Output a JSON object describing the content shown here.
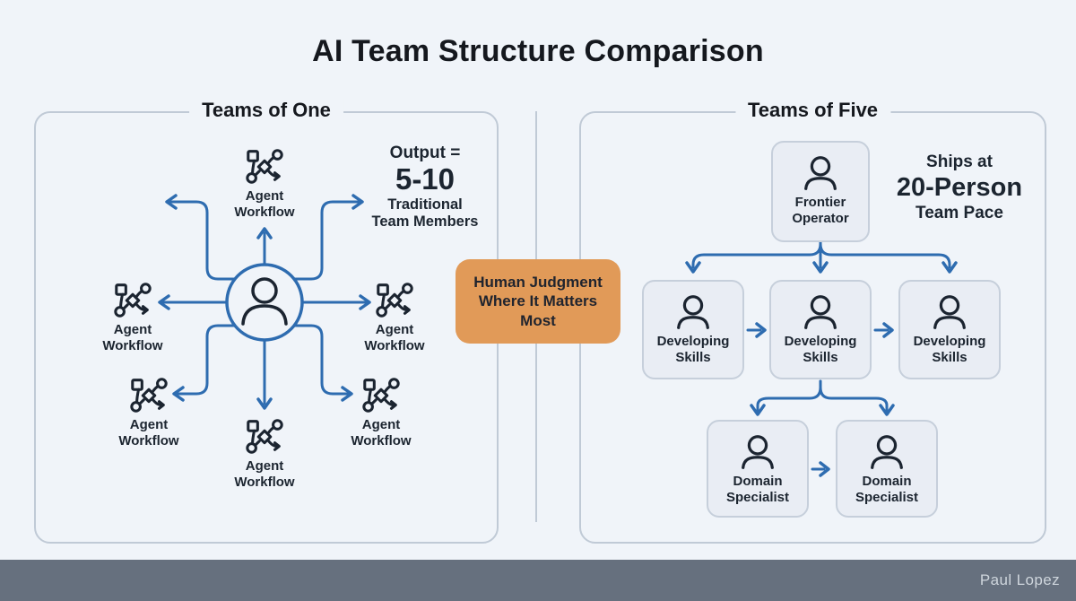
{
  "title": "AI Team Structure Comparison",
  "left_panel": {
    "title": "Teams of One",
    "nodes": [
      {
        "label": "Agent Workflow"
      },
      {
        "label": "Agent Workflow"
      },
      {
        "label": "Agent Workflow"
      },
      {
        "label": "Agent Workflow"
      },
      {
        "label": "Agent Workflow"
      },
      {
        "label": "Agent Workflow"
      }
    ],
    "output": {
      "line1": "Output =",
      "line2": "5-10",
      "line3": "Traditional",
      "line4": "Team Members"
    }
  },
  "callout": {
    "text": "Human Judgment Where It Matters Most"
  },
  "right_panel": {
    "title": "Teams of Five",
    "pace": {
      "line1": "Ships at",
      "line2": "20-Person",
      "line3": "Team Pace"
    },
    "frontier": {
      "label": "Frontier Operator"
    },
    "developing": [
      {
        "label": "Developing Skills"
      },
      {
        "label": "Developing Skills"
      },
      {
        "label": "Developing Skills"
      }
    ],
    "specialists": [
      {
        "label": "Domain Specialist"
      },
      {
        "label": "Domain Specialist"
      }
    ]
  },
  "footer": {
    "author": "Paul Lopez"
  },
  "colors": {
    "background": "#f0f4f9",
    "accent_blue": "#2e6cb0",
    "accent_orange": "#e19a58",
    "ink": "#1c2530",
    "panel_border": "#c0cad6",
    "box_fill": "#e9edf4",
    "footer_bg": "#66707e"
  },
  "icons": {
    "workflow": "workflow-icon",
    "person": "person-icon"
  }
}
